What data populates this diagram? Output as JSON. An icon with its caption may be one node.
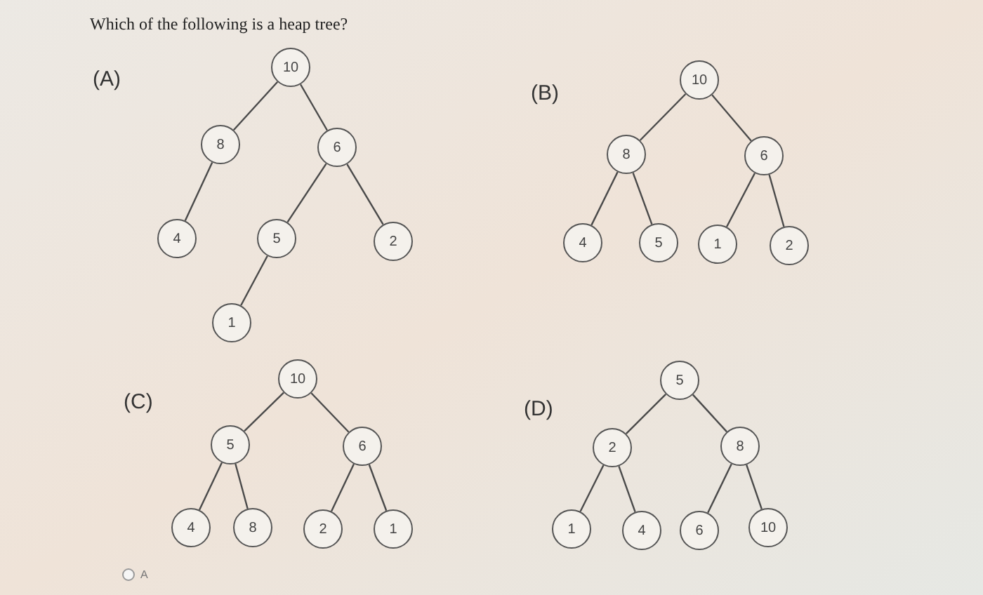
{
  "diagram": {
    "title": "Which of the following is a heap tree?",
    "nodes": [
      {
        "text": [
          "10"
        ]
      },
      {
        "text": [
          "8"
        ]
      },
      {
        "text": [
          "6"
        ]
      },
      {
        "text": [
          "4"
        ]
      },
      {
        "text": [
          "5"
        ]
      },
      {
        "text": [
          "2"
        ]
      },
      {
        "text": [
          "1"
        ]
      },
      {
        "text": [
          "10"
        ]
      },
      {
        "text": [
          "8"
        ]
      },
      {
        "text": [
          "6"
        ]
      },
      {
        "text": [
          "4"
        ]
      },
      {
        "text": [
          "5"
        ]
      },
      {
        "text": [
          "1"
        ]
      },
      {
        "text": [
          "2"
        ]
      },
      {
        "text": [
          "10"
        ]
      },
      {
        "text": [
          "5"
        ]
      },
      {
        "text": [
          "6"
        ]
      },
      {
        "text": [
          "4"
        ]
      },
      {
        "text": [
          "8"
        ]
      },
      {
        "text": [
          "2"
        ]
      },
      {
        "text": [
          "1"
        ]
      },
      {
        "text": [
          "5"
        ]
      },
      {
        "text": [
          "2"
        ]
      },
      {
        "text": [
          "8"
        ]
      },
      {
        "text": [
          "1"
        ]
      },
      {
        "text": [
          "4"
        ]
      },
      {
        "text": [
          "6"
        ]
      },
      {
        "text": [
          "10"
        ]
      }
    ],
    "edges": [
      {
        "from": 0,
        "to": 1,
        "arrow": "none"
      },
      {
        "from": 0,
        "to": 2,
        "arrow": "none"
      },
      {
        "from": 1,
        "to": 3,
        "arrow": "none"
      },
      {
        "from": 2,
        "to": 4,
        "arrow": "none"
      },
      {
        "from": 2,
        "to": 5,
        "arrow": "none"
      },
      {
        "from": 4,
        "to": 6,
        "arrow": "none"
      },
      {
        "from": 7,
        "to": 8,
        "arrow": "none"
      },
      {
        "from": 7,
        "to": 9,
        "arrow": "none"
      },
      {
        "from": 8,
        "to": 10,
        "arrow": "none"
      },
      {
        "from": 8,
        "to": 11,
        "arrow": "none"
      },
      {
        "from": 9,
        "to": 12,
        "arrow": "none"
      },
      {
        "from": 9,
        "to": 13,
        "arrow": "none"
      },
      {
        "from": 14,
        "to": 15,
        "arrow": "none"
      },
      {
        "from": 14,
        "to": 16,
        "arrow": "none"
      },
      {
        "from": 15,
        "to": 17,
        "arrow": "none"
      },
      {
        "from": 15,
        "to": 18,
        "arrow": "none"
      },
      {
        "from": 16,
        "to": 19,
        "arrow": "none"
      },
      {
        "from": 16,
        "to": 20,
        "arrow": "none"
      },
      {
        "from": 21,
        "to": 22,
        "arrow": "none"
      },
      {
        "from": 21,
        "to": 23,
        "arrow": "none"
      },
      {
        "from": 22,
        "to": 24,
        "arrow": "none"
      },
      {
        "from": 22,
        "to": 25,
        "arrow": "none"
      },
      {
        "from": 23,
        "to": 26,
        "arrow": "none"
      },
      {
        "from": 23,
        "to": 27,
        "arrow": "none"
      }
    ],
    "labels": [
      "(A)",
      "(B)",
      "(C)",
      "(D)",
      "A"
    ]
  }
}
